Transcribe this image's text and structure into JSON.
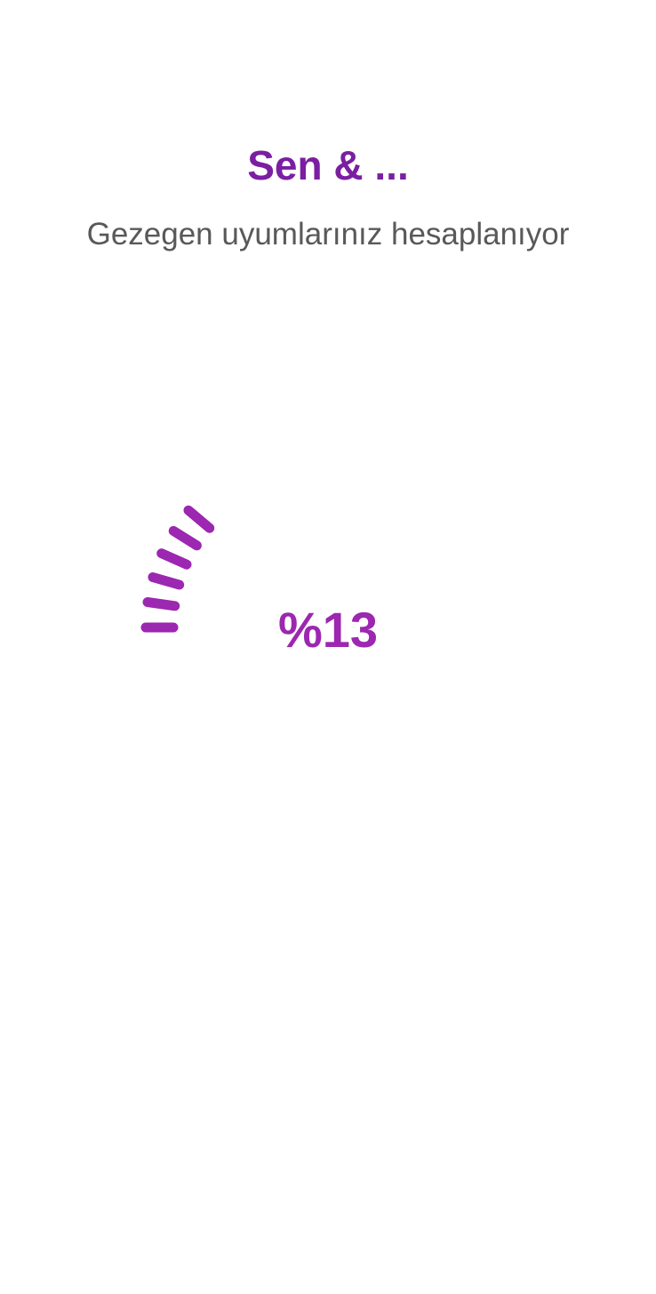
{
  "header": {
    "title": "Sen & ...",
    "subtitle": "Gezegen uyumlarınız hesaplanıyor"
  },
  "progress": {
    "label": "%13",
    "value": 13,
    "tick_count": 6,
    "color": "#9C27B0"
  },
  "colors": {
    "title": "#7B1FA2",
    "subtitle": "#595959",
    "accent": "#9C27B0",
    "background": "#FFFFFF"
  }
}
